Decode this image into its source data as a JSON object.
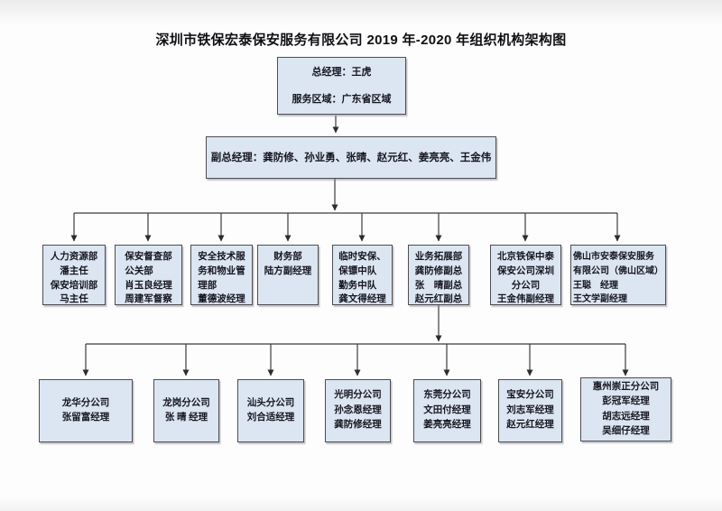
{
  "page": {
    "title": "深圳市铁保宏泰保安服务有限公司 2019 年-2020 年组织机构架构图"
  },
  "colors": {
    "box_fill": "#dce6f2",
    "box_border": "#4d4d52",
    "connector_line": "#3c3c40",
    "text": "#15151f"
  },
  "org": {
    "general_manager": {
      "lines": [
        "总经理：王虎",
        "服务区域：广东省区域"
      ]
    },
    "deputy_general_managers": {
      "lines": [
        "副总经理：龚防修、孙业勇、张晴、赵元红、姜亮亮、王金伟"
      ]
    },
    "departments": [
      {
        "lines": [
          "人力资源部",
          "潘主任",
          "保安培训部",
          "马主任"
        ]
      },
      {
        "lines": [
          "保安督查部",
          "公关部",
          "肖玉良经理",
          "周建军督察"
        ]
      },
      {
        "lines": [
          "安全技术服",
          "务和物业管",
          "理部",
          "董德波经理"
        ]
      },
      {
        "lines": [
          "财务部",
          "陆方副经理"
        ]
      },
      {
        "lines": [
          "临时安保、",
          "保镖中队",
          "勤务中队",
          "龚文得经理"
        ]
      },
      {
        "lines": [
          "业务拓展部",
          "龚防修副总",
          "张　晴副总",
          "赵元红副总"
        ]
      },
      {
        "lines": [
          "北京铁保中泰",
          "保安公司深圳",
          "分公司",
          "王金伟副经理"
        ]
      },
      {
        "lines": [
          "佛山市安泰保安服务",
          "有限公司（佛山区域）",
          "王聪　经理",
          "王文学副经理"
        ]
      }
    ],
    "branches": [
      {
        "lines": [
          "龙华分公司",
          "张留富经理"
        ]
      },
      {
        "lines": [
          "龙岗分公司",
          "张 晴 经理"
        ]
      },
      {
        "lines": [
          "汕头分公司",
          "刘合适经理"
        ]
      },
      {
        "lines": [
          "光明分公司",
          "孙念恩经理",
          "龚防修经理"
        ]
      },
      {
        "lines": [
          "东莞分公司",
          "文田付经理",
          "姜亮亮经理"
        ]
      },
      {
        "lines": [
          "宝安分公司",
          "刘志军经理",
          "赵元红经理"
        ]
      },
      {
        "lines": [
          "惠州崇正分公司",
          "彭冠军经理",
          "胡志远经理",
          "吴细仔经理"
        ]
      }
    ]
  }
}
